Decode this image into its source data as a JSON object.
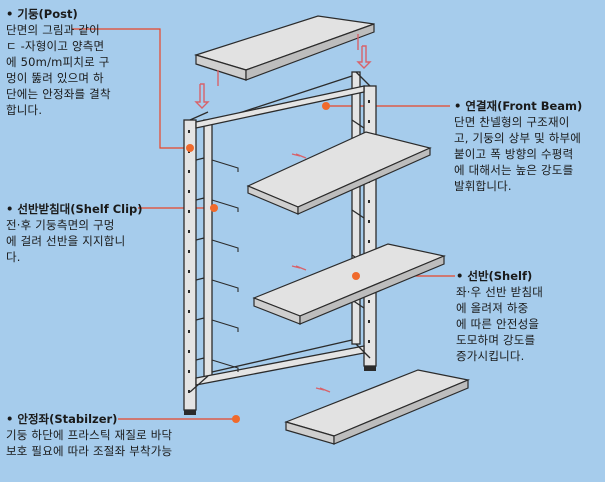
{
  "labels": {
    "post": {
      "title": "기둥(Post)",
      "desc": "단면의 그림과 같이\n ㄷ  -자형이고 양측면\n에 50m/m피치로 구\n멍이 뚫려 있으며 하\n단에는 안정좌를 결착\n합니다."
    },
    "shelf_clip": {
      "title": "선반받침대(Shelf Clip)",
      "desc": "전·후 기둥측면의 구멍\n에 걸려 선반을 지지합니\n다."
    },
    "stabilizer": {
      "title": "안정좌(Stabilzer)",
      "desc": "기둥 하단에 프라스틱 재질로 바닥\n보호 필요에 따라 조절좌 부착가능"
    },
    "front_beam": {
      "title": "연결재(Front Beam)",
      "desc": "단면 찬넬형의 구조재이\n고, 기둥의 상부 및 하부에\n붙이고 폭 방향의 수평력\n에 대해서는 높은 강도를\n발휘합니다."
    },
    "shelf": {
      "title": "선반(Shelf)",
      "desc": "좌·우 선반 받침대\n에 올려져 하중\n에  따른  안전성을\n도모하며 강도를\n증가시킵니다."
    }
  },
  "colors": {
    "background": "#a6ccec",
    "leader": "#e8452a",
    "marker": "#f06a2c",
    "steel_dark": "#2b2b2b",
    "steel_fill": "#e4e4e4",
    "arrow": "#d8626a"
  }
}
